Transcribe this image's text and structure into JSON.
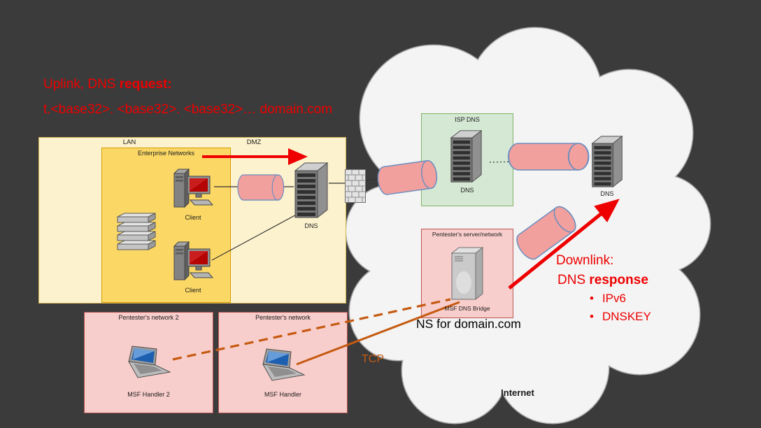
{
  "colors": {
    "background": "#3b3b3b",
    "annotation_red": "#ee0000",
    "tcp_orange": "#c55a11",
    "lan_zone_fill": "#fdf2ce",
    "enterprise_zone_fill": "#fbd866",
    "isp_zone_fill": "#d5e8d4",
    "pentester_zone_fill": "#f8cecc",
    "tunnel_fill": "#f2a09d",
    "tunnel_stroke": "#6c8ebf",
    "cloud_fill": "#f4f4f4"
  },
  "annotations": {
    "uplink_line1_normal": "Uplink, DNS ",
    "uplink_line1_bold": "request:",
    "uplink_line2": "t.<base32>. <base32>. <base32>… domain.com",
    "downlink_title": "Downlink:",
    "downlink_line2_normal": "DNS ",
    "downlink_line2_bold": "response",
    "downlink_bullets": [
      "IPv6",
      "DNSKEY"
    ],
    "ns_note": "NS for domain.com",
    "tcp_label": "TCP",
    "internet_label": "Internet"
  },
  "zones": {
    "lan": "LAN",
    "dmz": "DMZ",
    "enterprise": "Enterprise Networks",
    "isp_dns": "ISP DNS",
    "pentester_server": "Pentester's server/network",
    "pentester_network_2": "Pentester's network 2",
    "pentester_network": "Pentester's network"
  },
  "nodes": {
    "client_1": "Client",
    "client_2": "Client",
    "dmz_dns": "DNS",
    "isp_dns": "DNS",
    "public_dns": "DNS",
    "msf_dns_bridge": "MSF DNS Bridge",
    "msf_handler_2": "MSF Handler 2",
    "msf_handler": "MSF Handler"
  }
}
